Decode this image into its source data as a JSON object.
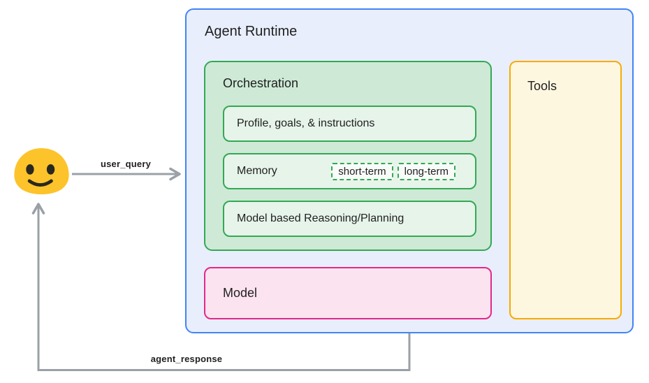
{
  "user": {
    "icon": "smiley-blob-emoji"
  },
  "arrows": {
    "user_query_label": "user_query",
    "agent_response_label": "agent_response"
  },
  "agent_runtime": {
    "title": "Agent Runtime",
    "orchestration": {
      "title": "Orchestration",
      "items": [
        {
          "label": "Profile, goals, & instructions",
          "tags": []
        },
        {
          "label": "Memory",
          "tags": [
            "short-term",
            "long-term"
          ]
        },
        {
          "label": "Model based Reasoning/Planning",
          "tags": []
        }
      ]
    },
    "model": {
      "title": "Model"
    },
    "tools": {
      "title": "Tools"
    }
  },
  "colors": {
    "runtime_border": "#4285f4",
    "runtime_fill": "#e8eefc",
    "orchestration_border": "#34a853",
    "orchestration_fill": "#ceead6",
    "item_fill": "#e6f4ea",
    "model_border": "#e32987",
    "model_fill": "#fce3f0",
    "tools_border": "#f9ab00",
    "tools_fill": "#fef7e0",
    "arrow_gray": "#9aa0a6",
    "emoji_yellow": "#fcc32b",
    "text": "#1f1f1f"
  }
}
